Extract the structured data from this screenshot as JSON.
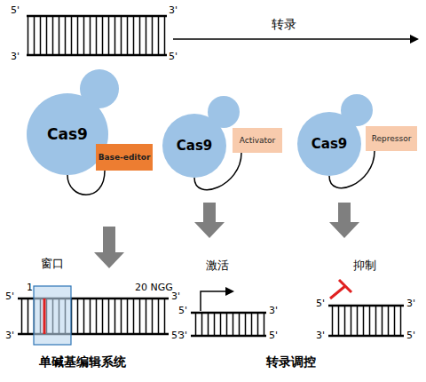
{
  "diagram": {
    "nodes": [
      {
        "text": [
          "Cas9"
        ]
      },
      {
        "text": [
          "Base-editor"
        ]
      },
      {
        "text": [
          "Cas9"
        ]
      },
      {
        "text": [
          "Activator"
        ]
      },
      {
        "text": [
          "Cas9"
        ]
      },
      {
        "text": [
          "Repressor"
        ]
      }
    ],
    "edges": [
      {
        "from": 0,
        "to": 1,
        "arrow": "none"
      },
      {
        "from": 2,
        "to": 3,
        "arrow": "none"
      },
      {
        "from": 4,
        "to": 5,
        "arrow": "none"
      }
    ],
    "labels": [
      "5'",
      "3'",
      "3'",
      "5'",
      "转录",
      "窗口",
      "1",
      "20 NGG",
      "5'",
      "3'",
      "3'",
      "5'",
      "激活",
      "5'",
      "3'",
      "3'",
      "5'",
      "抑制",
      "5'",
      "3'",
      "3'",
      "5'",
      "单碱基编辑系统",
      "转录调控"
    ]
  }
}
